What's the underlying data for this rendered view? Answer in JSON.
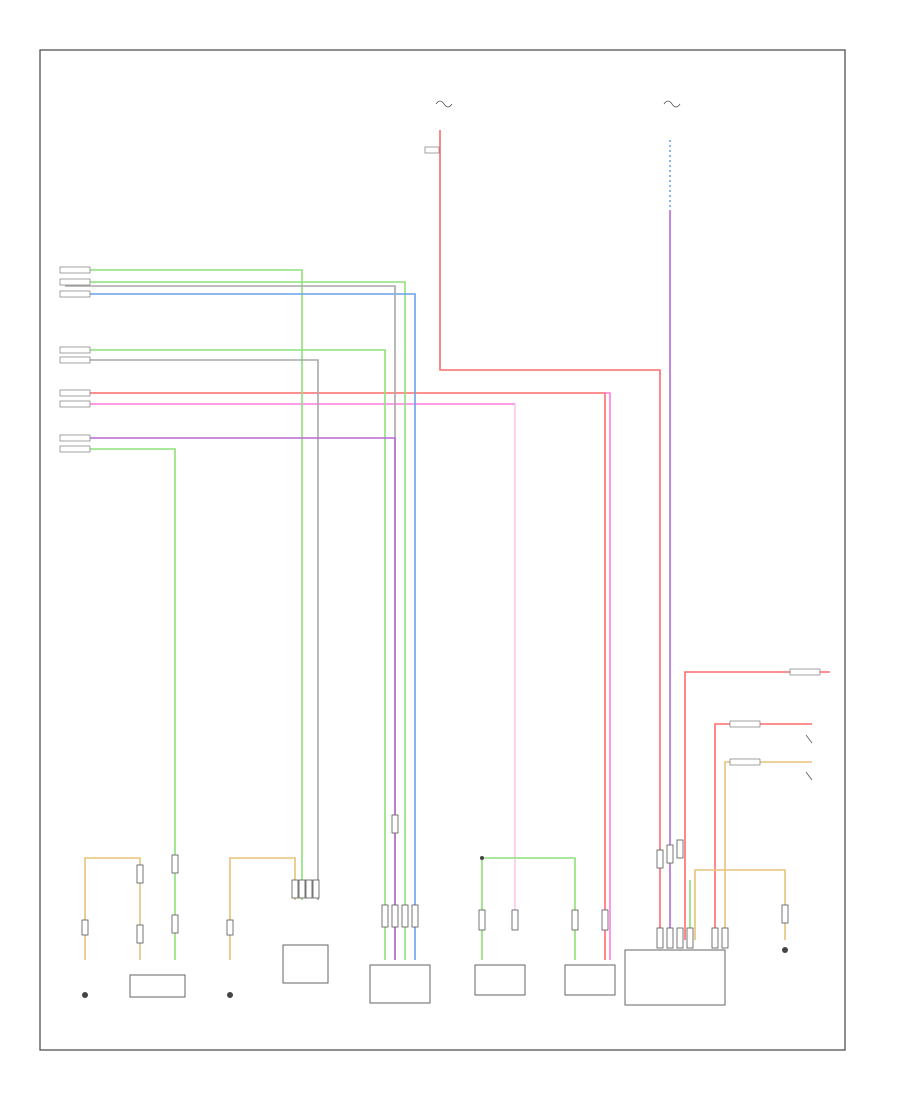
{
  "footer_code": "",
  "top_fuse_block": {
    "lines": [
      "",
      "",
      ""
    ],
    "notes": [
      "",
      "",
      ""
    ]
  },
  "top_right_module": {
    "lines": [
      "",
      "",
      ""
    ],
    "notes": [
      "",
      "",
      ""
    ],
    "legend": [
      "",
      ""
    ]
  },
  "harness_left_labels": [
    "",
    "",
    "",
    "",
    "",
    "",
    "",
    "",
    ""
  ],
  "components": [
    {
      "id": "comp-1",
      "lines": [
        "",
        "",
        ""
      ]
    },
    {
      "id": "comp-2",
      "lines": [
        "",
        "",
        "",
        ""
      ]
    },
    {
      "id": "comp-3",
      "lines": [
        "",
        ""
      ]
    },
    {
      "id": "comp-4",
      "lines": [
        "",
        "",
        "",
        "",
        ""
      ]
    },
    {
      "id": "comp-5",
      "lines": [
        "",
        "",
        "",
        ""
      ]
    },
    {
      "id": "comp-6",
      "lines": [
        "",
        "",
        "",
        "",
        ""
      ]
    },
    {
      "id": "comp-7",
      "lines": [
        "",
        "",
        "",
        "",
        ""
      ]
    },
    {
      "id": "comp-8",
      "lines": [
        "",
        "",
        "",
        "",
        ""
      ]
    },
    {
      "id": "comp-9",
      "lines": [
        "",
        "",
        ""
      ]
    }
  ],
  "right_side_notes": [
    "",
    "",
    "",
    "",
    "",
    "",
    ""
  ],
  "colors": {
    "red": "#ff6b6b",
    "green": "#8ee07a",
    "blue": "#6aa2e8",
    "gray": "#a8a8a8",
    "pink": "#ff7be0",
    "purple": "#b86ad0",
    "light_pink": "#ffc8e6",
    "tan": "#e8c27a"
  }
}
